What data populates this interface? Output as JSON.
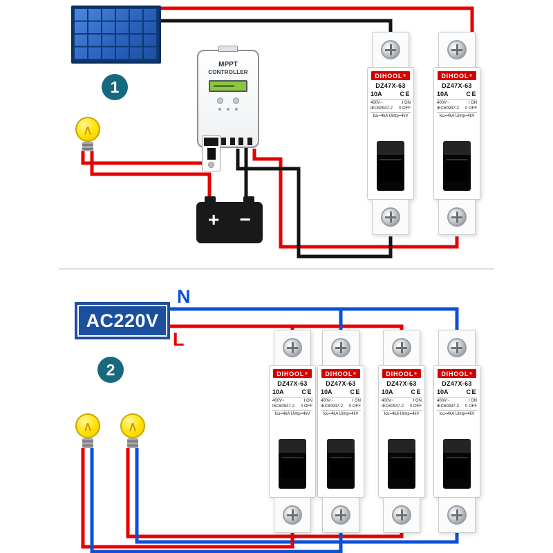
{
  "section1": {
    "badge": "1",
    "controller": {
      "title": "MPPT",
      "subtitle": "CONTROLLER"
    },
    "battery": {
      "positive": "+",
      "negative": "−"
    }
  },
  "section2": {
    "badge": "2",
    "source": "AC220V",
    "neutral": "N",
    "live": "L"
  },
  "breaker": {
    "brand": "DIHOOL",
    "registered": "®",
    "model": "DZ47X-63",
    "rating": "10A",
    "cert": "CE",
    "spec1_left": "400V~",
    "spec1_right": "I ON",
    "spec2_left": "IEC60947-2",
    "spec2_right": "0 OFF",
    "spec3": "Icu=4kA  Uimp=4kV"
  },
  "colors": {
    "live_wire": "#e60000",
    "neutral_wire": "#0b50d6",
    "dc_positive_wire": "#e60000",
    "dc_negative_wire": "#141414",
    "badge_teal": "#17697f",
    "source_box_blue": "#1d4f9f",
    "brand_red": "#d40000",
    "bulb_yellow": "#ffd900",
    "panel_blue": "#2b62bd"
  }
}
